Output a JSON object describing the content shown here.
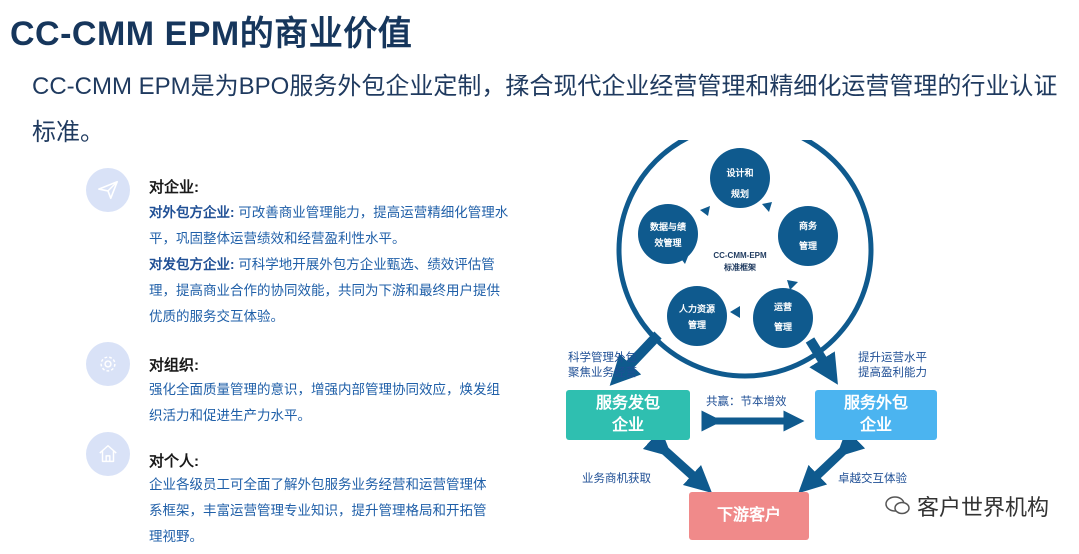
{
  "title": "CC-CMM EPM的商业价值",
  "intro": "CC-CMM EPM是为BPO服务外包企业定制，揉合现代企业经营管理和精细化运营管理的行业认证标准。",
  "sections": {
    "enterprise": {
      "heading": "对企业:",
      "items": [
        {
          "label": "对外包方企业:",
          "text": " 可改善商业管理能力，提高运营精细化管理水平，巩固整体运营绩效和经营盈利性水平。"
        },
        {
          "label": "对发包方企业:",
          "text": " 可科学地开展外包方企业甄选、绩效评估管理，提高商业合作的协同效能，共同为下游和最终用户提供优质的服务交互体验。"
        }
      ]
    },
    "organization": {
      "heading": "对组织:",
      "text": "强化全面质量管理的意识，增强内部管理协同效应，焕发组织活力和促进生产力水平。"
    },
    "individual": {
      "heading": "对个人:",
      "text": "企业各级员工可全面了解外包服务业务经营和运营管理体系框架，丰富运营管理专业知识，提升管理格局和开拓管理视野。"
    }
  },
  "diagram": {
    "center_line1": "CC-CMM-EPM",
    "center_line2": "标准框架",
    "nodes": {
      "design": [
        "设计和",
        "规划"
      ],
      "business": [
        "商务",
        "管理"
      ],
      "operation": [
        "运营",
        "管理"
      ],
      "hr": [
        "人力资源",
        "管理"
      ],
      "data": [
        "数据与绩",
        "效管理"
      ]
    },
    "left_label": [
      "科学管理外包",
      "聚焦业务经营"
    ],
    "right_label": [
      "提升运营水平",
      "提高盈利能力"
    ],
    "client_box": [
      "服务发包",
      "企业"
    ],
    "vendor_box": [
      "服务外包",
      "企业"
    ],
    "win_label": "共赢：节本增效",
    "downstream_box": "下游客户",
    "bottom_left_label": "业务商机获取",
    "bottom_right_label": "卓越交互体验"
  },
  "watermark": "客户世界机构",
  "colors": {
    "title": "#16365c",
    "node": "#0f5a8e",
    "client": "#2fbfb0",
    "vendor": "#4bb4f0",
    "downstream": "#f08a8a",
    "arrow": "#0f5a8e"
  }
}
